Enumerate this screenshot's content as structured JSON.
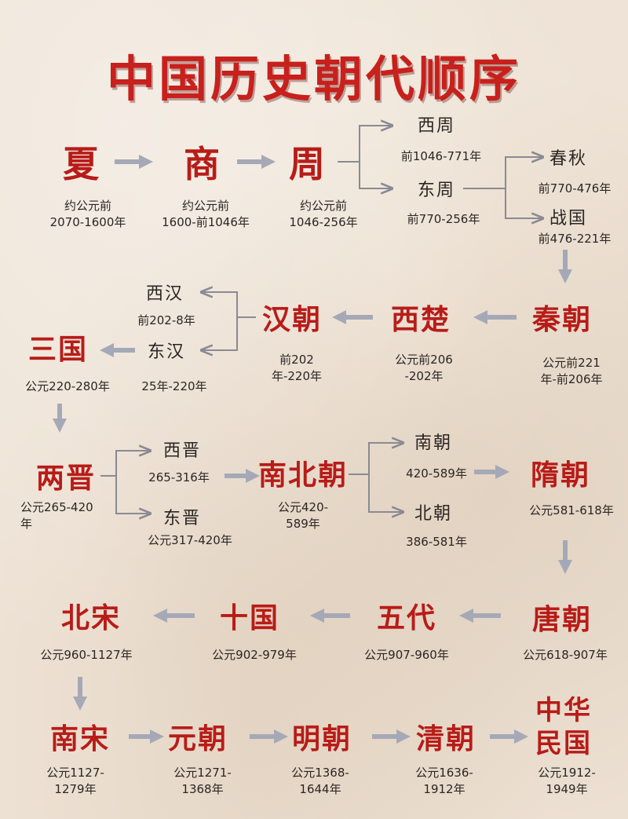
{
  "title": "中国历史朝代顺序",
  "colors": {
    "title": "#c8201c",
    "dynasty": "#b81c18",
    "arrow": "#a5a9b7",
    "connector": "#8a8a94",
    "text": "#2a2624"
  },
  "row1": {
    "xia": {
      "name": "夏",
      "date": [
        "约公元前",
        "2070-1600年"
      ]
    },
    "shang": {
      "name": "商",
      "date": [
        "约公元前",
        "1600-前1046年"
      ]
    },
    "zhou": {
      "name": "周",
      "date": [
        "约公元前",
        "1046-256年"
      ]
    },
    "xizhou": {
      "name": "西周",
      "date": "前1046-771年"
    },
    "dongzhou": {
      "name": "东周",
      "date": "前770-256年"
    },
    "chunqiu": {
      "name": "春秋",
      "date": "前770-476年"
    },
    "zhanguo": {
      "name": "战国",
      "date": "前476-221年"
    }
  },
  "row2": {
    "qin": {
      "name": "秦朝",
      "date": [
        "公元前221",
        "年-前206年"
      ]
    },
    "xichu": {
      "name": "西楚",
      "date": [
        "公元前206",
        "-202年"
      ]
    },
    "han": {
      "name": "汉朝",
      "date": [
        "前202",
        "年-220年"
      ]
    },
    "xihan": {
      "name": "西汉",
      "date": "前202-8年"
    },
    "donghan": {
      "name": "东汉",
      "date": "25年-220年"
    },
    "sanguo": {
      "name": "三国",
      "date": "公元220-280年"
    }
  },
  "row3": {
    "liangjin": {
      "name": "两晋",
      "date": [
        "公元265-420",
        "年"
      ]
    },
    "xijin": {
      "name": "西晋",
      "date": "265-316年"
    },
    "dongjin": {
      "name": "东晋",
      "date": "公元317-420年"
    },
    "nanbeichao": {
      "name": "南北朝",
      "date": [
        "公元420-",
        "589年"
      ]
    },
    "nanchao": {
      "name": "南朝",
      "date": "420-589年"
    },
    "beichao": {
      "name": "北朝",
      "date": "386-581年"
    },
    "sui": {
      "name": "隋朝",
      "date": "公元581-618年"
    }
  },
  "row4": {
    "tang": {
      "name": "唐朝",
      "date": "公元618-907年"
    },
    "wudai": {
      "name": "五代",
      "date": "公元907-960年"
    },
    "shiguo": {
      "name": "十国",
      "date": "公元902-979年"
    },
    "beisong": {
      "name": "北宋",
      "date": "公元960-1127年"
    }
  },
  "row5": {
    "nansong": {
      "name": "南宋",
      "date": [
        "公元1127-",
        "1279年"
      ]
    },
    "yuan": {
      "name": "元朝",
      "date": [
        "公元1271-",
        "1368年"
      ]
    },
    "ming": {
      "name": "明朝",
      "date": [
        "公元1368-",
        "1644年"
      ]
    },
    "qing": {
      "name": "清朝",
      "date": [
        "公元1636-",
        "1912年"
      ]
    },
    "minguo": {
      "name": [
        "中华",
        "民国"
      ],
      "date": [
        "公元1912-",
        "1949年"
      ]
    }
  }
}
